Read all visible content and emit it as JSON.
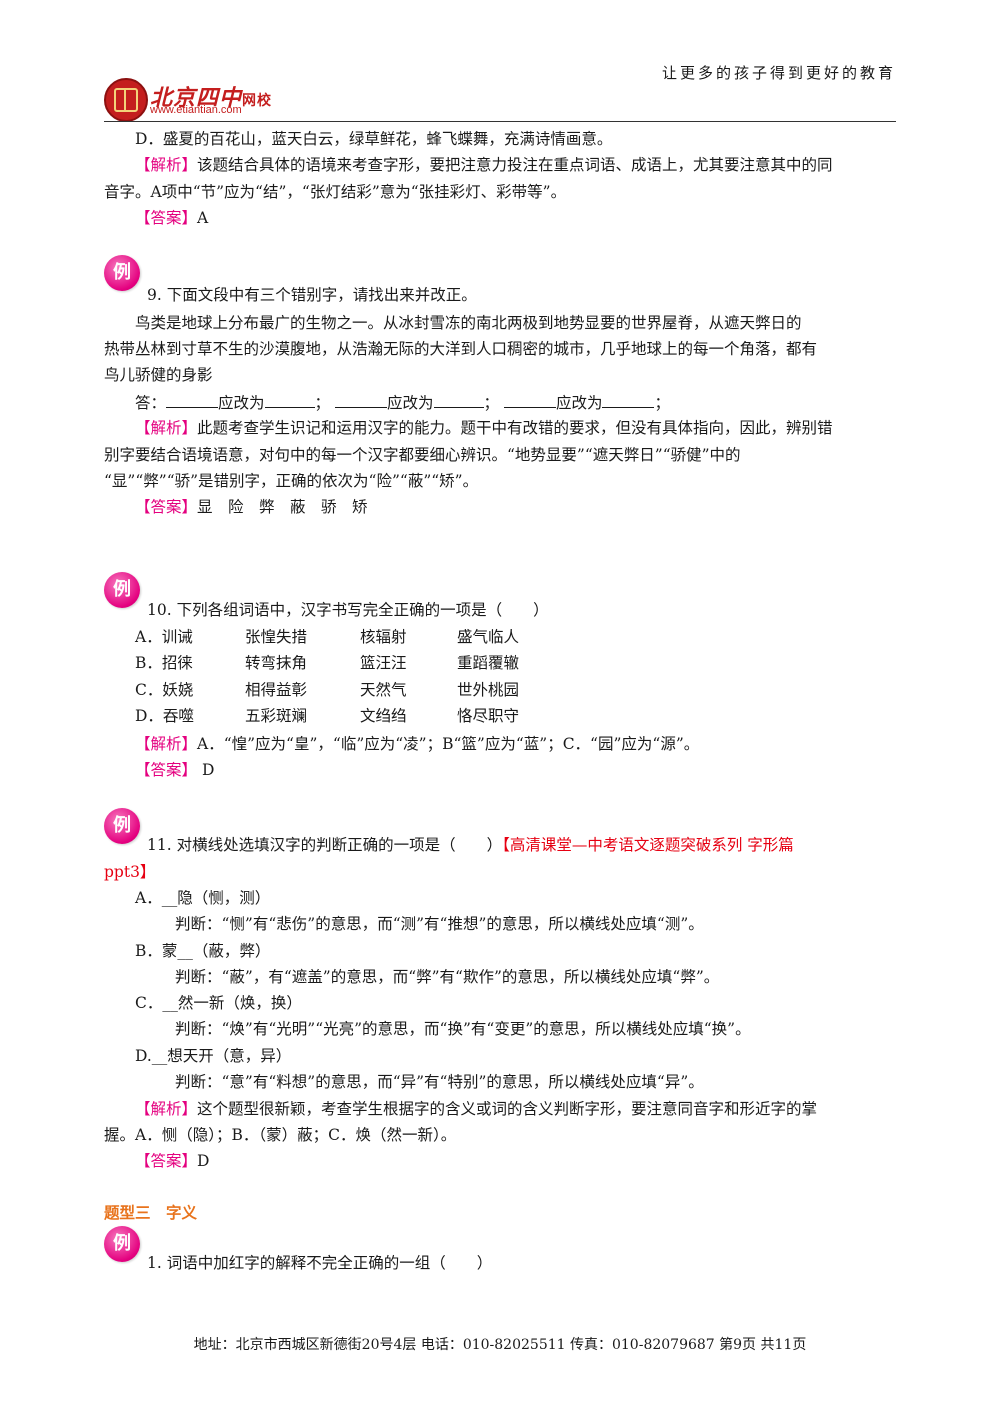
{
  "header": {
    "slogan": "让更多的孩子得到更好的教育",
    "logo_name": "北京四中",
    "logo_net": "网校",
    "logo_url": "www.etiantian.com"
  },
  "badge_char": "例",
  "q8": {
    "option_d": "D．盛夏的百花山，蓝天白云，绿草鲜花，蜂飞蝶舞，充满诗情画意。",
    "analysis_tag": "【解析】",
    "analysis_l1": "该题结合具体的语境来考查字形，要把注意力投注在重点词语、成语上，尤其要注意其中的同",
    "analysis_l2": "音字。A项中“节”应为“结”，“张灯结彩”意为“张挂彩灯、彩带等”。",
    "answer_tag": "【答案】",
    "answer": "A"
  },
  "q9": {
    "stem": "9. 下面文段中有三个错别字，请找出来并改正。",
    "passage_l1": "鸟类是地球上分布最广的生物之一。从冰封雪冻的南北两极到地势显要的世界屋脊，从遮天弊日的",
    "passage_l2": "热带丛林到寸草不生的沙漠腹地，从浩瀚无际的大洋到人口稠密的城市，几乎地球上的每一个角落，都有",
    "passage_l3": "鸟儿骄健的身影",
    "answer_prefix": "答：",
    "change_to": "应改为",
    "sep": "；",
    "end": "；",
    "analysis_tag": "【解析】",
    "analysis_l1": "此题考查学生识记和运用汉字的能力。题干中有改错的要求，但没有具体指向，因此，辨别错",
    "analysis_l2": "别字要结合语境语意，对句中的每一个汉字都要细心辨识。“地势显要”“遮天弊日”“骄健”中的",
    "analysis_l3": "“显”“弊”“骄”是错别字，正确的依次为“险”“蔽”“矫”。",
    "answer_tag": "【答案】",
    "answer": "显　险　弊　蔽　骄　矫"
  },
  "q10": {
    "stem": "10. 下列各组词语中，汉字书写完全正确的一项是（　　）",
    "options": [
      [
        "A．训诫",
        "张惶失措",
        "核辐射",
        "盛气临人"
      ],
      [
        "B．招徕",
        "转弯抹角",
        "篮汪汪",
        "重蹈覆辙"
      ],
      [
        "C．妖娆",
        "相得益彰",
        "天然气",
        "世外桃园"
      ],
      [
        "D．吞噬",
        "五彩斑斓",
        "文绉绉",
        "恪尽职守"
      ]
    ],
    "analysis_tag": "【解析】",
    "analysis": "A．“惶”应为“皇”，“临”应为“凌”；B“篮”应为“蓝”；C．“园”应为“源”。",
    "answer_tag": "【答案】",
    "answer": " D"
  },
  "q11": {
    "stem": "11. 对横线处选填汉字的判断正确的一项是（　　）",
    "source": "【高清课堂—中考语文逐题突破系列 字形篇",
    "source_l2": "ppt3】",
    "a": "A．__隐（恻，测）",
    "a_judge": "判断：“恻”有“悲伤”的意思，而“测”有“推想”的意思，所以横线处应填“测”。",
    "b": "B．蒙__（蔽，弊）",
    "b_judge": "判断：“蔽”，有“遮盖”的意思，而“弊”有“欺作”的意思，所以横线处应填“弊”。",
    "c": "C．__然一新（焕，换）",
    "c_judge": "判断：“焕”有“光明”“光亮”的意思，而“换”有“变更”的意思，所以横线处应填“换”。",
    "d": "D.__想天开（意，异）",
    "d_judge": "判断：“意”有“料想”的意思，而“异”有“特别”的意思，所以横线处应填“异”。",
    "analysis_tag": "【解析】",
    "analysis_l1": "这个题型很新颖，考查学生根据字的含义或词的含义判断字形，要注意同音字和形近字的掌",
    "analysis_l2": "握。A．恻（隐）；B．（蒙）蔽；C．焕（然一新）。",
    "answer_tag": "【答案】",
    "answer": "D"
  },
  "section3": {
    "title": "题型三　字义",
    "q1": "1. 词语中加红字的解释不完全正确的一组（　　）"
  },
  "footer": {
    "text": "地址：北京市西城区新德街20号4层  电话：010-82025511  传真：010-82079687  第9页  共11页"
  }
}
